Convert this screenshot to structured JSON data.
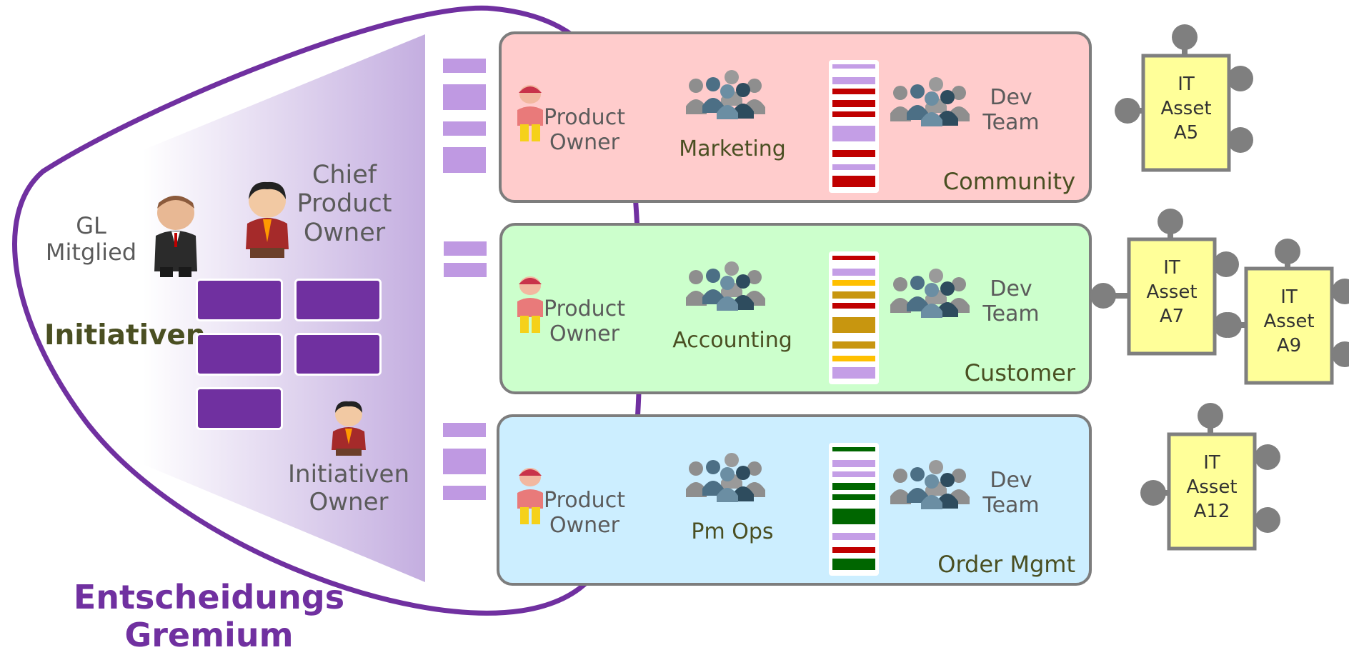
{
  "left": {
    "gl_member": "GL\nMitglied",
    "chief_po": "Chief\nProduct\nOwner",
    "initiatives_title": "Initiativen",
    "initiative_owner": "Initiativen\nOwner",
    "board": "Entscheidungs\nGremium"
  },
  "streams": [
    {
      "product_owner": "Product\nOwner",
      "business": "Marketing",
      "dev_team": "Dev\nTeam",
      "name": "Community",
      "bg": "#ffcccc",
      "backlog": [
        "#c49ee6",
        "#c49ee6",
        "#c00000",
        "#c00000",
        "#c00000",
        "#c49ee6",
        "#c00000",
        "#c49ee6",
        "#c00000"
      ]
    },
    {
      "product_owner": "Product\nOwner",
      "business": "Accounting",
      "dev_team": "Dev\nTeam",
      "name": "Customer",
      "bg": "#ccffcc",
      "backlog": [
        "#c00000",
        "#c49ee6",
        "#ffc000",
        "#c8960f",
        "#c00000",
        "#c8960f",
        "#c8960f",
        "#ffc000",
        "#c49ee6"
      ]
    },
    {
      "product_owner": "Product\nOwner",
      "business": "Pm Ops",
      "dev_team": "Dev\nTeam",
      "name": "Order Mgmt",
      "bg": "#cceeff",
      "backlog": [
        "#006600",
        "#c49ee6",
        "#c49ee6",
        "#006600",
        "#006600",
        "#006600",
        "#c49ee6",
        "#c00000",
        "#006600"
      ]
    }
  ],
  "assets": [
    {
      "label": "IT\nAsset\nA5"
    },
    {
      "label": "IT\nAsset\nA7"
    },
    {
      "label": "IT\nAsset\nA9"
    },
    {
      "label": "IT\nAsset\nA12"
    }
  ],
  "colors": {
    "purple": "#7030a0",
    "lavender": "#bf99e2",
    "asset_fill": "#ffff99",
    "connector": "#7f7f7f"
  }
}
